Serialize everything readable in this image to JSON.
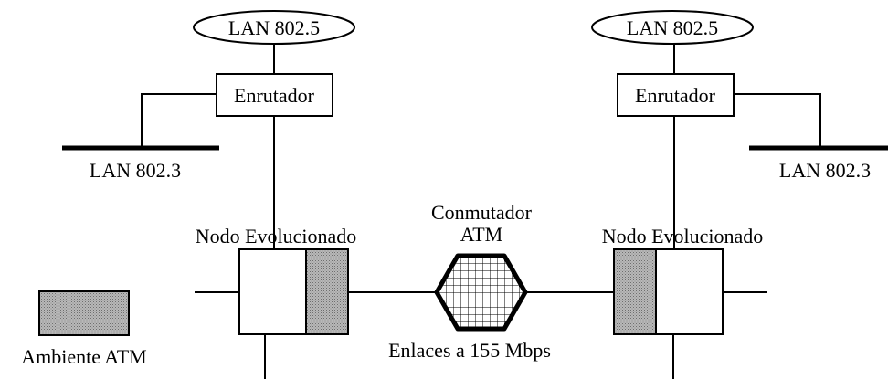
{
  "diagram": {
    "left_router": {
      "lan_token_ring": "LAN 802.5",
      "router": "Enrutador",
      "lan_ethernet": "LAN 802.3",
      "node": "Nodo Evolucionado"
    },
    "right_router": {
      "lan_token_ring": "LAN 802.5",
      "router": "Enrutador",
      "lan_ethernet": "LAN 802.3",
      "node": "Nodo Evolucionado"
    },
    "switch": {
      "line1": "Conmutador",
      "line2": "ATM"
    },
    "links_label": "Enlaces a  155 Mbps",
    "legend": {
      "label": "Ambiente ATM",
      "color": "#a8a8a8"
    }
  }
}
